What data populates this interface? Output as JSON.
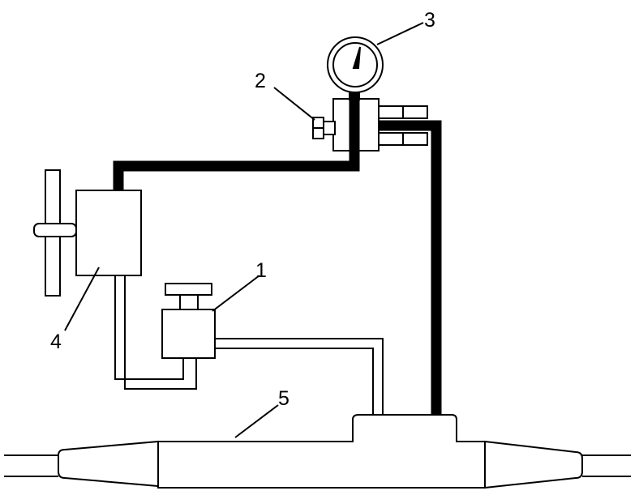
{
  "labels": {
    "reducer": "1",
    "bleed_valve": "2",
    "pressure_gauge": "3",
    "pump": "4",
    "pipe_joint": "5"
  },
  "colors": {
    "stroke": "#000000",
    "background": "#ffffff",
    "thick_line": "#000000"
  }
}
